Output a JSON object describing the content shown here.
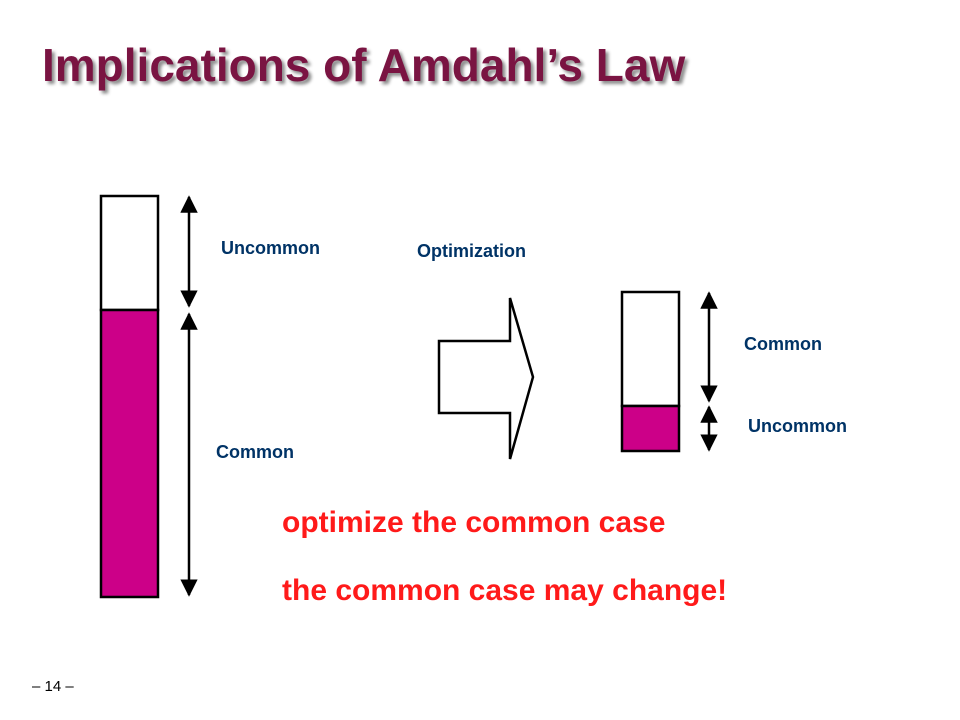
{
  "slide": {
    "title": "Implications of Amdahl’s Law",
    "page_number": "– 14 –"
  },
  "colors": {
    "title": "#7a1442",
    "common_fill": "#cc0088",
    "label_text": "#003366",
    "message_text": "#ff1a1a"
  },
  "before": {
    "uncommon_label": "Uncommon",
    "common_label": "Common"
  },
  "optimization_label": "Optimization",
  "after": {
    "common_label": "Common",
    "uncommon_label": "Uncommon"
  },
  "messages": {
    "line1": "optimize the common case",
    "line2": "the common case may change!"
  }
}
